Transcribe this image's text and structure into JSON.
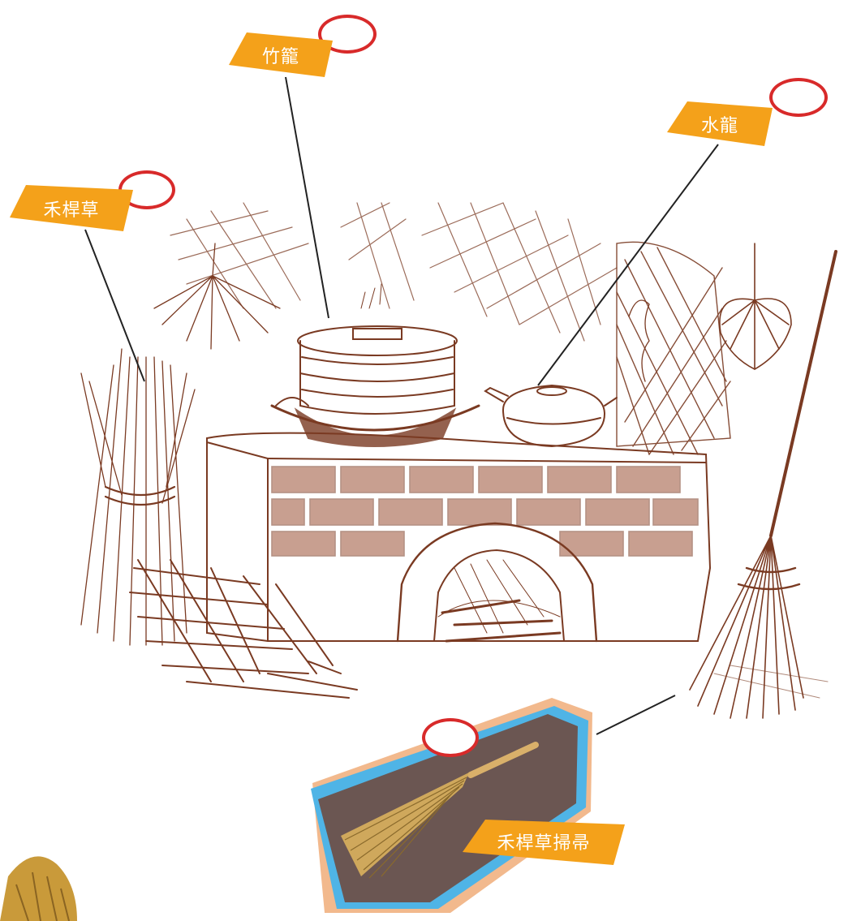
{
  "labels": {
    "bamboo_steamer": "竹籠",
    "water_kettle": "水龍",
    "straw": "禾桿草",
    "straw_broom": "禾桿草掃帚"
  },
  "colors": {
    "tag_orange": "#f4a11a",
    "circle_red": "#d82a2a",
    "sketch_brown": "#7a3a22",
    "card_brown": "#6b5652",
    "card_blue": "#4fb4e6",
    "card_peach": "#f2b98d",
    "straw_gold": "#c99a3a"
  }
}
